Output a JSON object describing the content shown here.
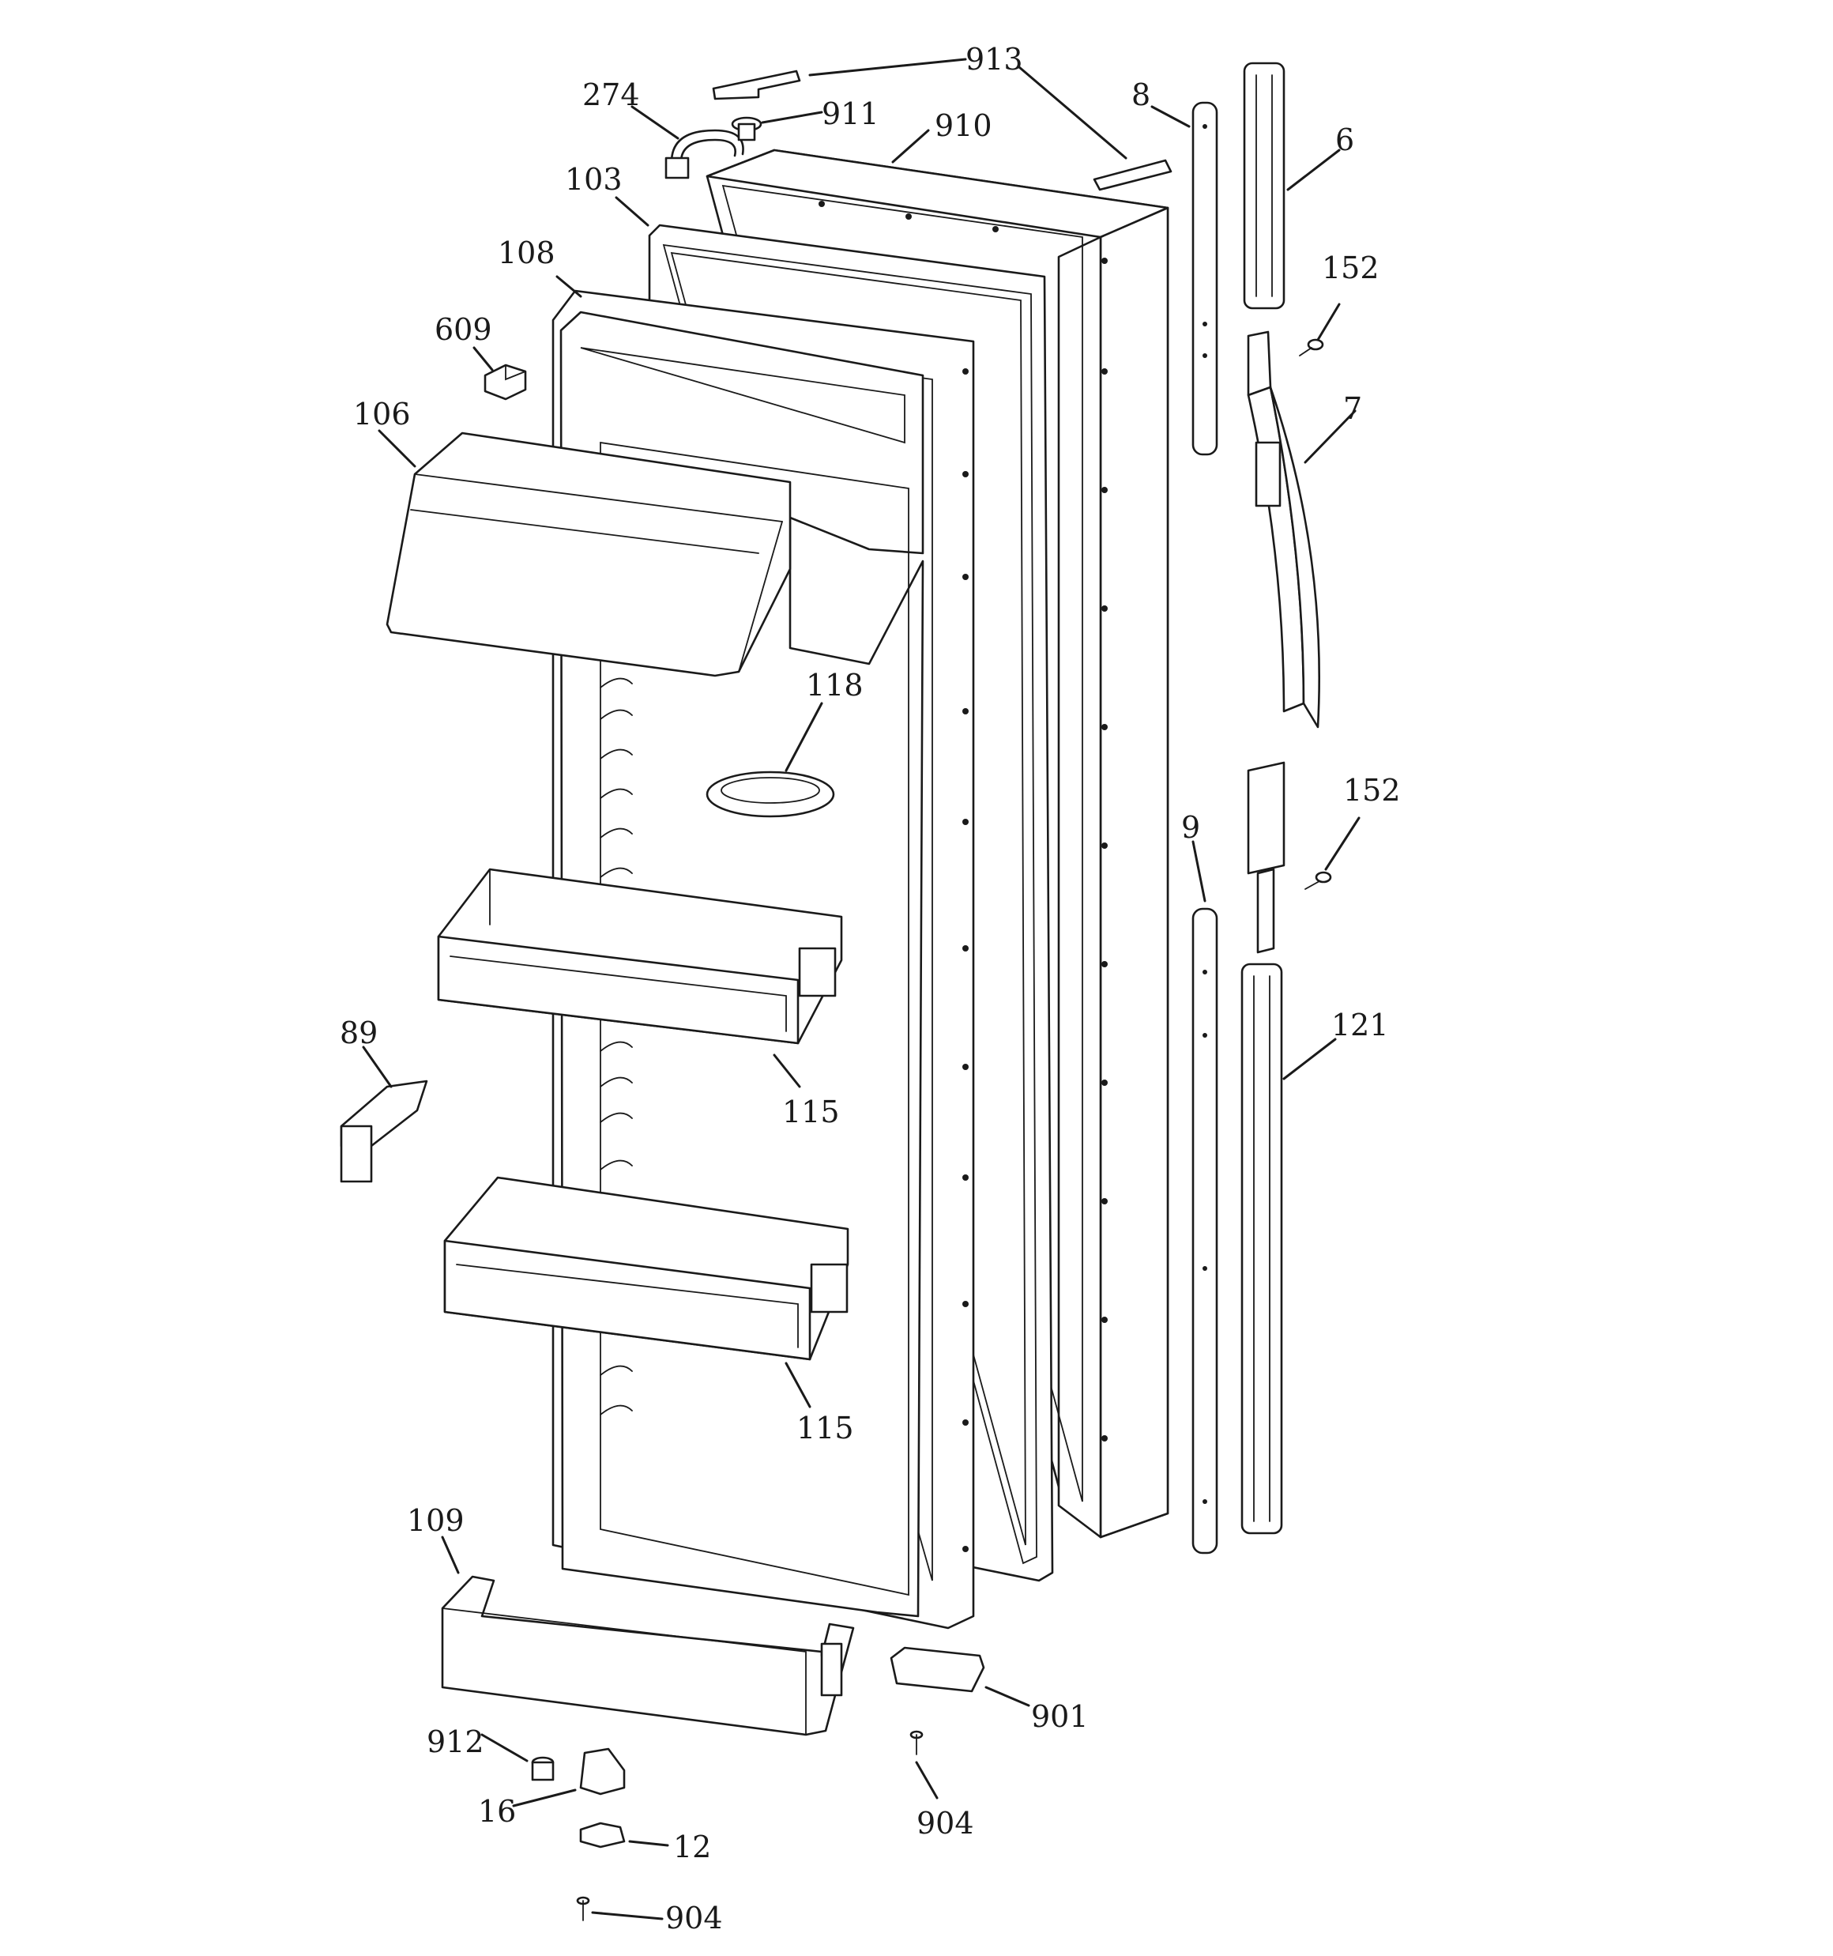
{
  "diagram": {
    "callouts": {
      "c913": "913",
      "c274": "274",
      "c911": "911",
      "c910": "910",
      "c8": "8",
      "c6": "6",
      "c103": "103",
      "c108": "108",
      "c152a": "152",
      "c609": "609",
      "c7": "7",
      "c106": "106",
      "c118": "118",
      "c152b": "152",
      "c9": "9",
      "c89": "89",
      "c121": "121",
      "c115a": "115",
      "c115b": "115",
      "c109": "109",
      "c901": "901",
      "c912": "912",
      "c904a": "904",
      "c16": "16",
      "c12": "12",
      "c904b": "904"
    }
  }
}
